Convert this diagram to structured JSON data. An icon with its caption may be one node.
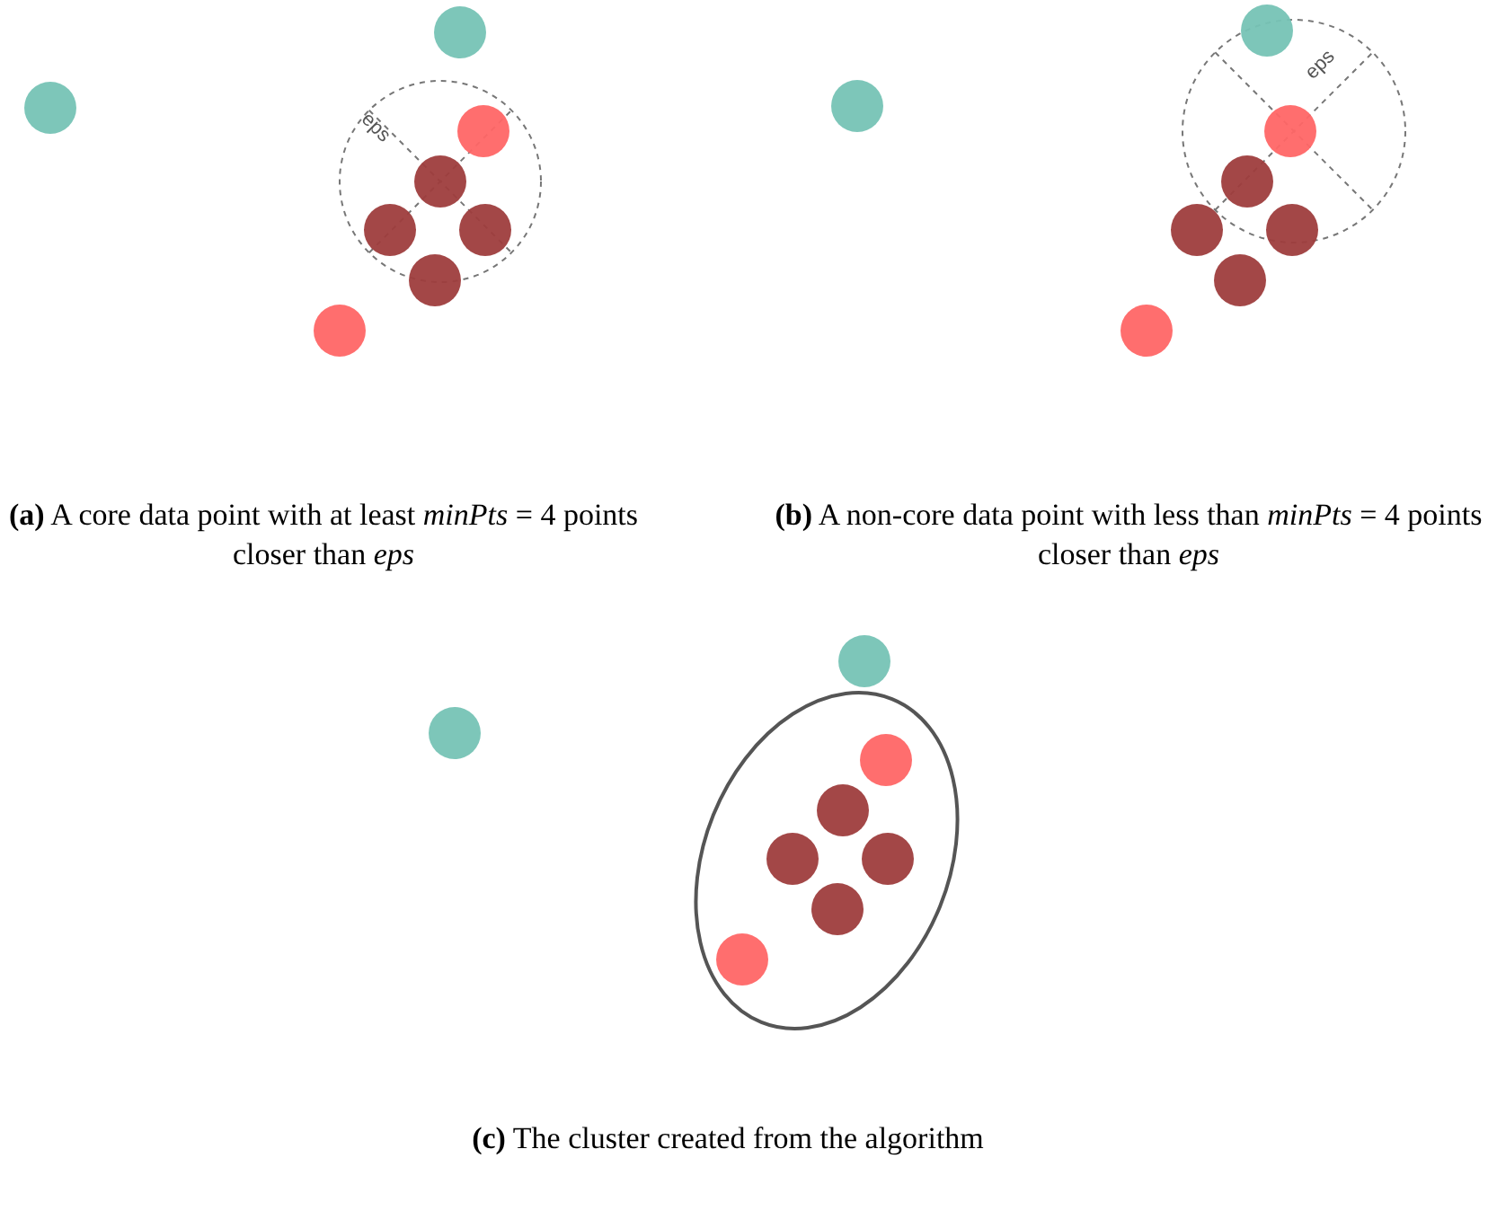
{
  "diagram": {
    "labels": [
      "eps",
      "eps",
      "**(a)** A core data point with at least *minPts* = 4 points closer than *eps*",
      "**(b)** A non-core data point with less than *minPts* = 4 points closer than *eps*",
      "**(c)** The cluster created from the algorithm"
    ]
  }
}
